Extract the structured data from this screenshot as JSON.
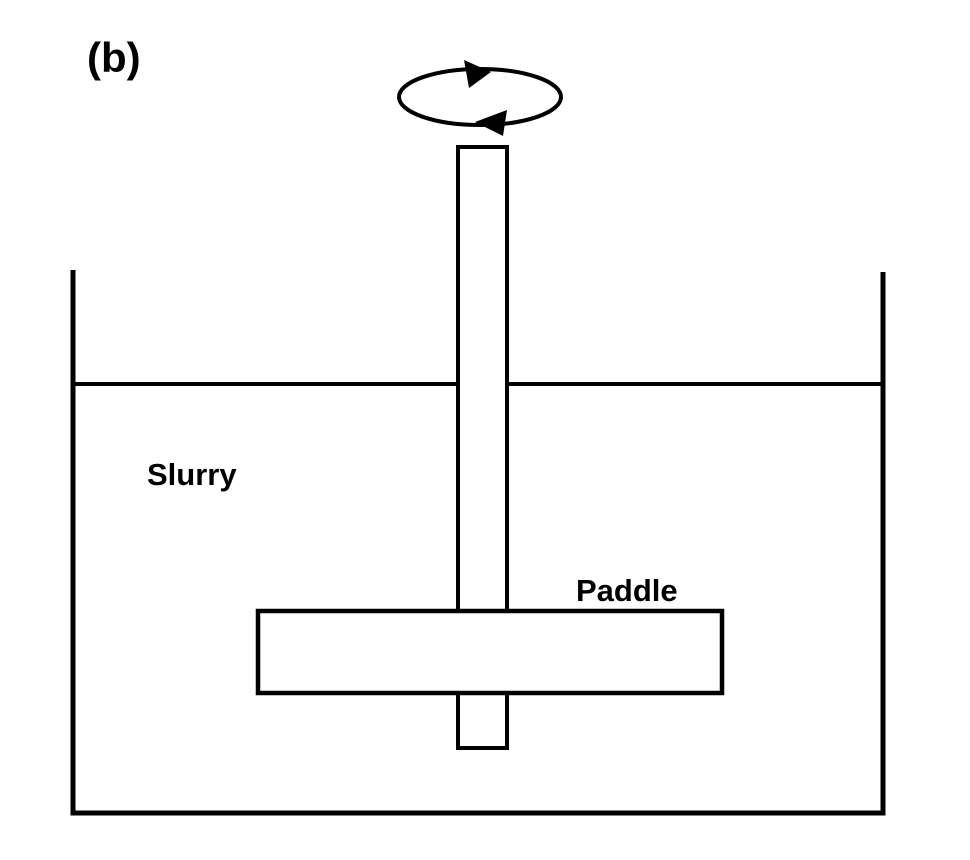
{
  "figure": {
    "panel_label": "(b)",
    "labels": {
      "slurry": "Slurry",
      "paddle": "Paddle"
    },
    "icons": {
      "rotation": "rotation-direction-icon"
    },
    "colors": {
      "line": "#000000",
      "background": "#ffffff"
    }
  }
}
